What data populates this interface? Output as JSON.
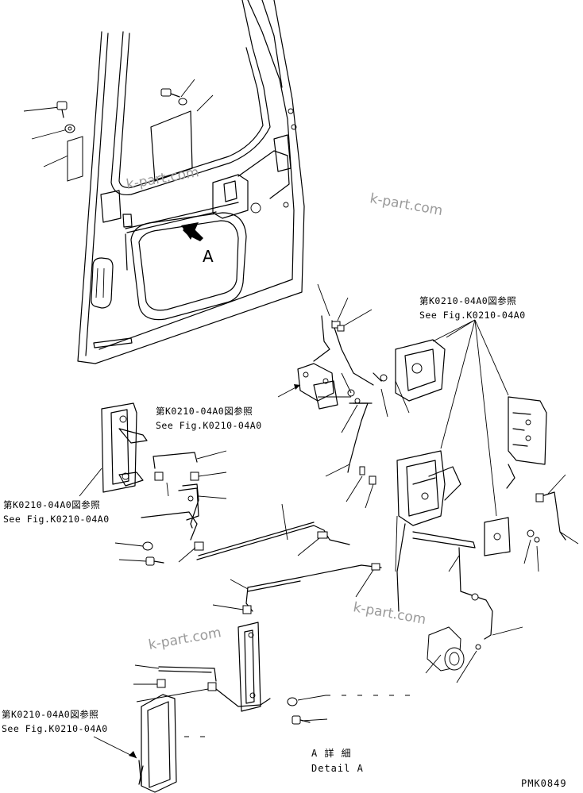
{
  "labels": {
    "callout_a": "A",
    "detail_jp": "A 詳 細",
    "detail_en": "Detail A",
    "drawing_code": "PMK0849"
  },
  "references": [
    {
      "jp": "第K0210-04A0図参照",
      "en": "See Fig.K0210-04A0"
    },
    {
      "jp": "第K0210-04A0図参照",
      "en": "See Fig.K0210-04A0"
    },
    {
      "jp": "第K0210-04A0図参照",
      "en": "See Fig.K0210-04A0"
    },
    {
      "jp": "第K0210-04A0図参照",
      "en": "See Fig.K0210-04A0"
    }
  ],
  "watermarks": [
    "k-part.com",
    "k-part.com",
    "k-part.com",
    "k-part.com"
  ]
}
